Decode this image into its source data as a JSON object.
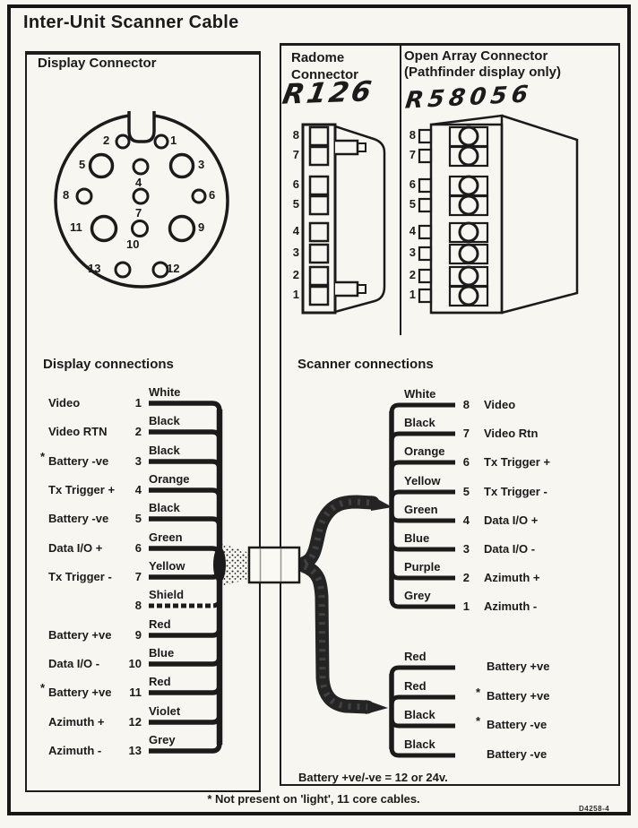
{
  "page": {
    "title": "Inter-Unit Scanner Cable",
    "footnote": "* Not present on 'light', 11 core cables.",
    "doc_code": "D4258-4",
    "ink_color": "#1b1b1b",
    "paper_color": "#f7f6f1"
  },
  "display_connector": {
    "title": "Display Connector",
    "pin_labels": [
      "2",
      "1",
      "5",
      "4",
      "3",
      "8",
      "7",
      "6",
      "11",
      "10",
      "9",
      "13",
      "12"
    ]
  },
  "radome_connector": {
    "title_line1": "Radome",
    "title_line2": "Connector",
    "handwritten_note": "R126",
    "pin_labels": [
      "8",
      "7",
      "6",
      "5",
      "4",
      "3",
      "2",
      "1"
    ]
  },
  "open_array_connector": {
    "title_line1": "Open Array Connector",
    "title_line2": "(Pathfinder display only)",
    "handwritten_note": "R58056",
    "pin_labels": [
      "8",
      "7",
      "6",
      "5",
      "4",
      "3",
      "2",
      "1"
    ]
  },
  "display_connections": {
    "title": "Display connections",
    "rows": [
      {
        "star": "",
        "signal": "Video",
        "pin": "1",
        "color": "White"
      },
      {
        "star": "",
        "signal": "Video RTN",
        "pin": "2",
        "color": "Black"
      },
      {
        "star": "*",
        "signal": "Battery -ve",
        "pin": "3",
        "color": "Black"
      },
      {
        "star": "",
        "signal": "Tx Trigger +",
        "pin": "4",
        "color": "Orange"
      },
      {
        "star": "",
        "signal": "Battery -ve",
        "pin": "5",
        "color": "Black"
      },
      {
        "star": "",
        "signal": "Data I/O +",
        "pin": "6",
        "color": "Green"
      },
      {
        "star": "",
        "signal": "Tx Trigger -",
        "pin": "7",
        "color": "Yellow"
      },
      {
        "star": "",
        "signal": "",
        "pin": "8",
        "color": "Shield"
      },
      {
        "star": "",
        "signal": "Battery +ve",
        "pin": "9",
        "color": "Red"
      },
      {
        "star": "",
        "signal": "Data I/O -",
        "pin": "10",
        "color": "Blue"
      },
      {
        "star": "*",
        "signal": "Battery +ve",
        "pin": "11",
        "color": "Red"
      },
      {
        "star": "",
        "signal": "Azimuth +",
        "pin": "12",
        "color": "Violet"
      },
      {
        "star": "",
        "signal": "Azimuth -",
        "pin": "13",
        "color": "Grey"
      }
    ]
  },
  "scanner_connections": {
    "title": "Scanner connections",
    "rows": [
      {
        "color": "White",
        "pin": "8",
        "signal": "Video"
      },
      {
        "color": "Black",
        "pin": "7",
        "signal": "Video Rtn"
      },
      {
        "color": "Orange",
        "pin": "6",
        "signal": "Tx Trigger +"
      },
      {
        "color": "Yellow",
        "pin": "5",
        "signal": "Tx Trigger -"
      },
      {
        "color": "Green",
        "pin": "4",
        "signal": "Data I/O +"
      },
      {
        "color": "Blue",
        "pin": "3",
        "signal": "Data I/O -"
      },
      {
        "color": "Purple",
        "pin": "2",
        "signal": "Azimuth +"
      },
      {
        "color": "Grey",
        "pin": "1",
        "signal": "Azimuth -"
      }
    ],
    "battery_rows": [
      {
        "color": "Red",
        "star": "",
        "signal": "Battery +ve"
      },
      {
        "color": "Red",
        "star": "*",
        "signal": "Battery +ve"
      },
      {
        "color": "Black",
        "star": "*",
        "signal": "Battery -ve"
      },
      {
        "color": "Black",
        "star": "",
        "signal": "Battery -ve"
      }
    ],
    "battery_note": "Battery +ve/-ve = 12 or 24v."
  }
}
